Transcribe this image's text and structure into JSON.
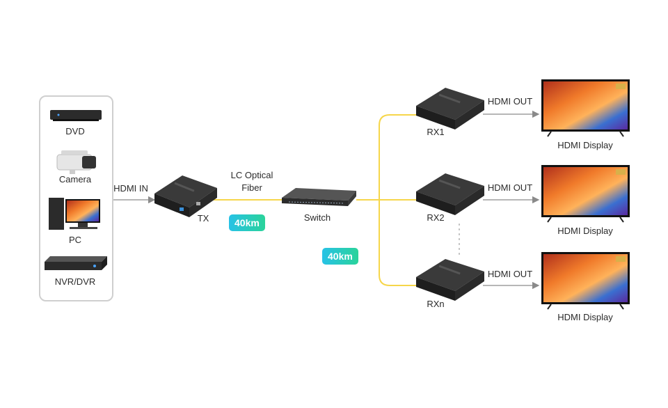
{
  "sources": [
    {
      "label": "DVD",
      "icon": "dvd-player-icon"
    },
    {
      "label": "Camera",
      "icon": "security-camera-icon"
    },
    {
      "label": "PC",
      "icon": "pc-icon"
    },
    {
      "label": "NVR/DVR",
      "icon": "nvr-dvr-recorder-icon"
    }
  ],
  "links": {
    "hdmi_in": "HDMI IN",
    "fiber_line1": "LC Optical",
    "fiber_line2": "Fiber",
    "distance_tx": "40km",
    "distance_rx": "40km"
  },
  "devices": {
    "tx": "TX",
    "switch": "Switch",
    "rx1": "RX1",
    "rx2": "RX2",
    "rxn": "RXn"
  },
  "outputs": [
    {
      "port": "HDMI OUT",
      "display": "HDMI Display"
    },
    {
      "port": "HDMI OUT",
      "display": "HDMI Display"
    },
    {
      "port": "HDMI OUT",
      "display": "HDMI Display"
    }
  ],
  "colors": {
    "fiber": "#f6d64a",
    "badge_start": "#27c2e6",
    "badge_end": "#2ad39a",
    "device": "#2b2b2b",
    "arrow": "#8a8a8a"
  }
}
